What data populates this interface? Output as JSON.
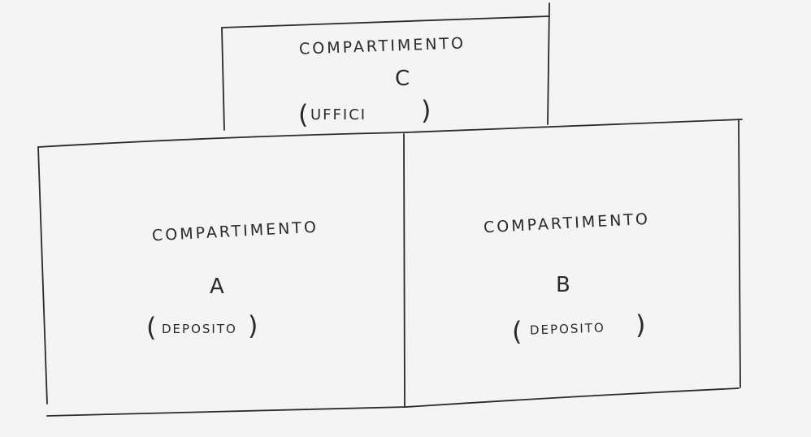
{
  "compartments": {
    "c": {
      "title": "COMPARTIMENTO",
      "letter": "C",
      "use_open": "(",
      "use": "UFFICI",
      "use_close": ")"
    },
    "a": {
      "title": "COMPARTIMENTO",
      "letter": "A",
      "use_open": "(",
      "use": "DEPOSITO",
      "use_close": ")"
    },
    "b": {
      "title": "COMPARTIMENTO",
      "letter": "B",
      "use_open": "(",
      "use": "DEPOSITO",
      "use_close": ")"
    }
  },
  "colors": {
    "ink": "#2a2a2a",
    "paper": "#f4f4f2"
  }
}
